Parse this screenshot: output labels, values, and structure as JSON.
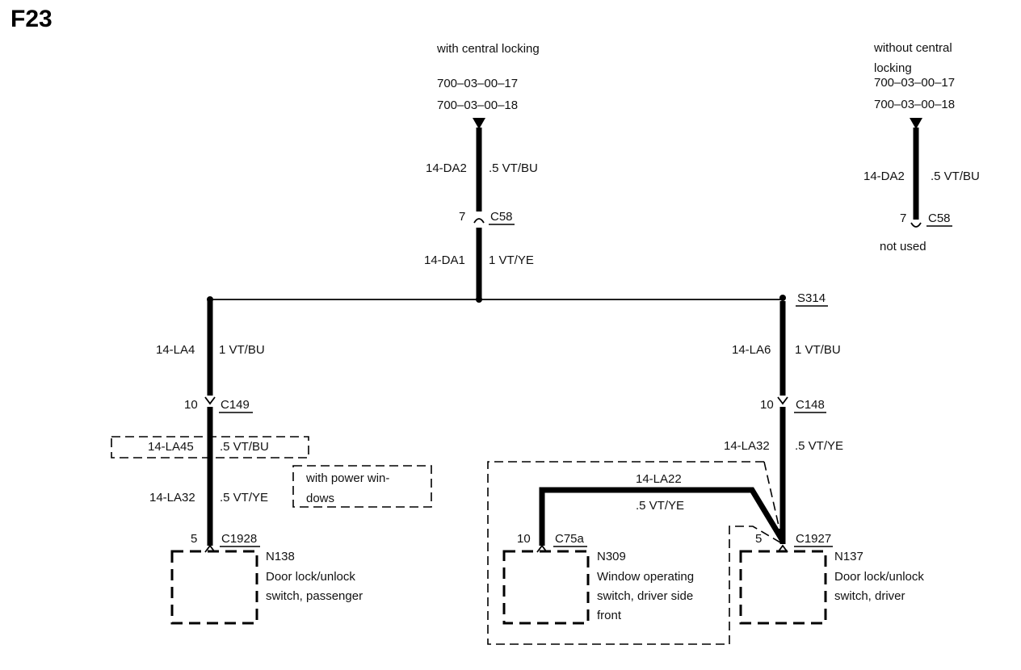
{
  "page_id": "F23",
  "source_with": {
    "title": "with central locking",
    "refs": [
      "700–03–00–17",
      "700–03–00–18"
    ]
  },
  "source_without": {
    "title_line1": "without central",
    "title_line2": "locking",
    "refs": [
      "700–03–00–17",
      "700–03–00–18"
    ],
    "note": "not used"
  },
  "wires": {
    "da2_main": {
      "circuit": "14-DA2",
      "spec": ".5 VT/BU"
    },
    "da1": {
      "circuit": "14-DA1",
      "spec": "1 VT/YE"
    },
    "da2_alt": {
      "circuit": "14-DA2",
      "spec": ".5 VT/BU"
    },
    "la4": {
      "circuit": "14-LA4",
      "spec": "1 VT/BU"
    },
    "la45": {
      "circuit": "14-LA45",
      "spec": ".5 VT/BU"
    },
    "la32_left": {
      "circuit": "14-LA32",
      "spec": ".5 VT/YE"
    },
    "la6": {
      "circuit": "14-LA6",
      "spec": "1 VT/BU"
    },
    "la32_right": {
      "circuit": "14-LA32",
      "spec": ".5 VT/YE"
    },
    "la22": {
      "circuit": "14-LA22",
      "spec": ".5 VT/YE"
    }
  },
  "connectors": {
    "c58_main": {
      "pin": "7",
      "id": "C58"
    },
    "c58_alt": {
      "pin": "7",
      "id": "C58"
    },
    "c149": {
      "pin": "10",
      "id": "C149"
    },
    "c148": {
      "pin": "10",
      "id": "C148"
    },
    "c1928": {
      "pin": "5",
      "id": "C1928"
    },
    "c75a": {
      "pin": "10",
      "id": "C75a"
    },
    "c1927": {
      "pin": "5",
      "id": "C1927"
    }
  },
  "splice": {
    "id": "S314"
  },
  "option_note": {
    "line1": "with power win-",
    "line2": "dows"
  },
  "components": {
    "n138": {
      "id": "N138",
      "line1": "Door lock/unlock",
      "line2": "switch, passenger"
    },
    "n309": {
      "id": "N309",
      "line1": "Window operating",
      "line2": "switch, driver side",
      "line3": "front"
    },
    "n137": {
      "id": "N137",
      "line1": "Door lock/unlock",
      "line2": "switch, driver"
    }
  }
}
